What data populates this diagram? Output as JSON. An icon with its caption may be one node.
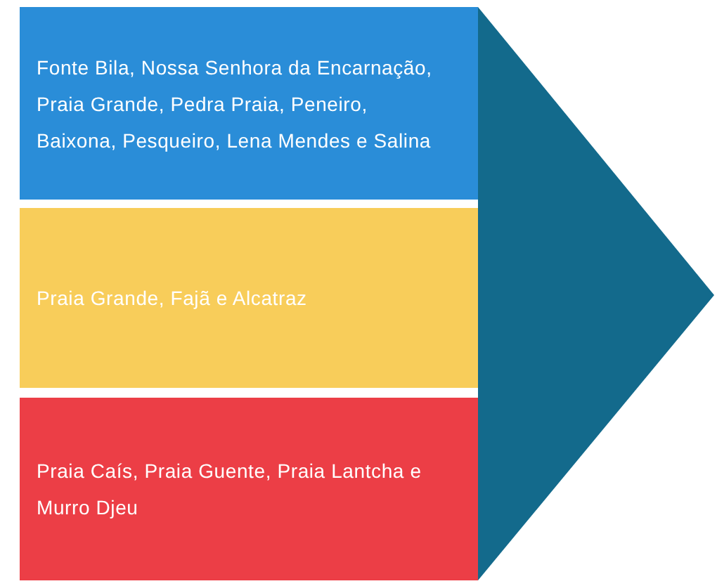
{
  "diagram": {
    "nodes": [
      {
        "text": [
          "Fonte Bila, Nossa Senhora da Encarnação, Praia Grande, Pedra Praia, Peneiro, Baixona, Pesqueiro, Lena Mendes e Salina"
        ]
      },
      {
        "text": [
          "Praia Grande, Fajã e Alcatraz"
        ]
      },
      {
        "text": [
          "Praia Caís, Praia Guente, Praia Lantcha e Murro Djeu"
        ]
      }
    ]
  }
}
